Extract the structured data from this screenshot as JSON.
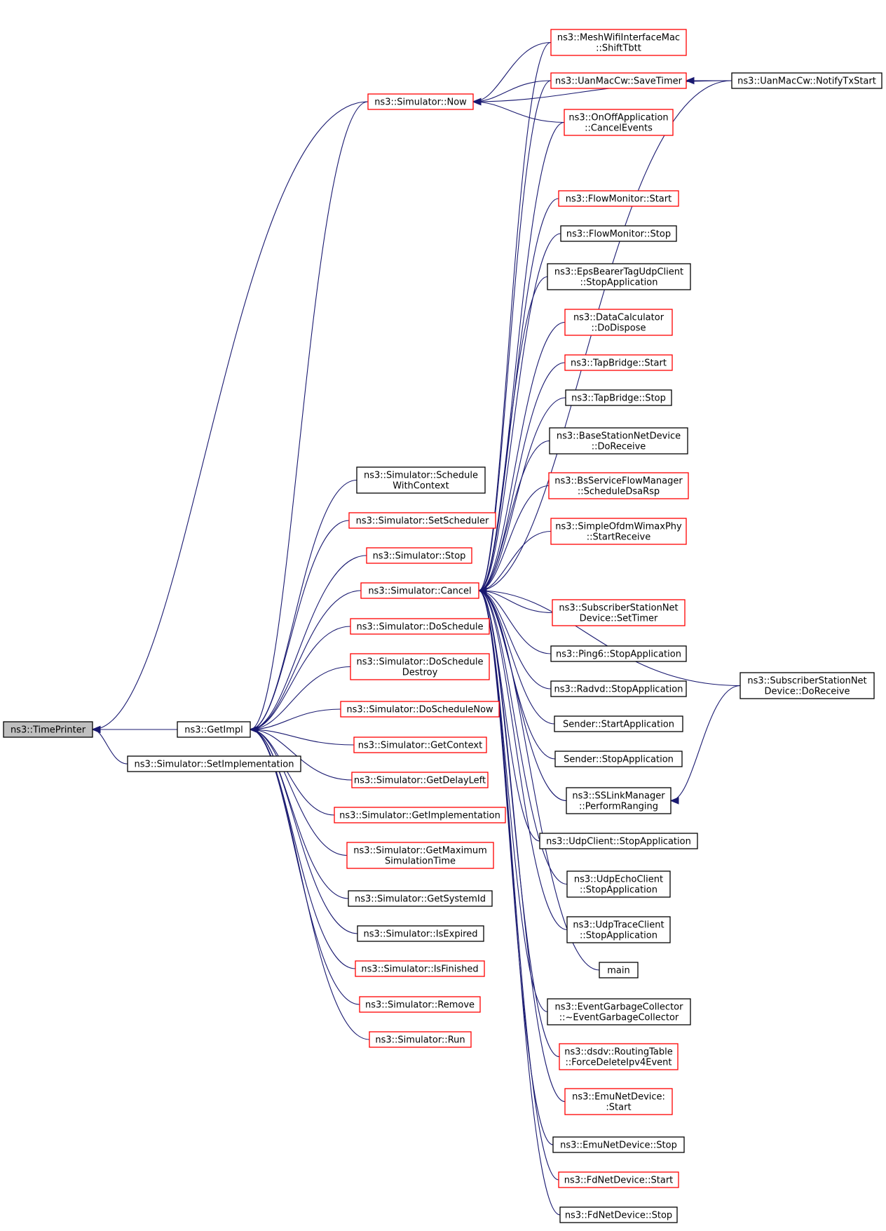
{
  "colors": {
    "edge": "#191970",
    "border_red": "#ff0000",
    "border_black": "#000000",
    "root_fill": "#bfbfbf"
  },
  "nodes": [
    {
      "id": "timeprinter",
      "lines": [
        "ns3::TimePrinter"
      ],
      "border": "black",
      "root": true
    },
    {
      "id": "getimpl",
      "lines": [
        "ns3::GetImpl"
      ],
      "border": "black"
    },
    {
      "id": "setimpl",
      "lines": [
        "ns3::Simulator::SetImplementation"
      ],
      "border": "black"
    },
    {
      "id": "now",
      "lines": [
        "ns3::Simulator::Now"
      ],
      "border": "red"
    },
    {
      "id": "schedwc",
      "lines": [
        "ns3::Simulator::Schedule",
        "WithContext"
      ],
      "border": "black"
    },
    {
      "id": "setsched",
      "lines": [
        "ns3::Simulator::SetScheduler"
      ],
      "border": "red"
    },
    {
      "id": "simstop",
      "lines": [
        "ns3::Simulator::Stop"
      ],
      "border": "red"
    },
    {
      "id": "cancel",
      "lines": [
        "ns3::Simulator::Cancel"
      ],
      "border": "red"
    },
    {
      "id": "dosched",
      "lines": [
        "ns3::Simulator::DoSchedule"
      ],
      "border": "red"
    },
    {
      "id": "doscheddestroy",
      "lines": [
        "ns3::Simulator::DoSchedule",
        "Destroy"
      ],
      "border": "red"
    },
    {
      "id": "doschednow",
      "lines": [
        "ns3::Simulator::DoScheduleNow"
      ],
      "border": "red"
    },
    {
      "id": "getcontext",
      "lines": [
        "ns3::Simulator::GetContext"
      ],
      "border": "red"
    },
    {
      "id": "getdelayleft",
      "lines": [
        "ns3::Simulator::GetDelayLeft"
      ],
      "border": "red"
    },
    {
      "id": "getimplementation",
      "lines": [
        "ns3::Simulator::GetImplementation"
      ],
      "border": "red"
    },
    {
      "id": "getmaxsim",
      "lines": [
        "ns3::Simulator::GetMaximum",
        "SimulationTime"
      ],
      "border": "red"
    },
    {
      "id": "getsystemid",
      "lines": [
        "ns3::Simulator::GetSystemId"
      ],
      "border": "black"
    },
    {
      "id": "isexpired",
      "lines": [
        "ns3::Simulator::IsExpired"
      ],
      "border": "black"
    },
    {
      "id": "isfinished",
      "lines": [
        "ns3::Simulator::IsFinished"
      ],
      "border": "red"
    },
    {
      "id": "remove",
      "lines": [
        "ns3::Simulator::Remove"
      ],
      "border": "red"
    },
    {
      "id": "run",
      "lines": [
        "ns3::Simulator::Run"
      ],
      "border": "red"
    },
    {
      "id": "meshshift",
      "lines": [
        "ns3::MeshWifiInterfaceMac",
        "::ShiftTbtt"
      ],
      "border": "red"
    },
    {
      "id": "uansave",
      "lines": [
        "ns3::UanMacCw::SaveTimer"
      ],
      "border": "red"
    },
    {
      "id": "onoffcancel",
      "lines": [
        "ns3::OnOffApplication",
        "::CancelEvents"
      ],
      "border": "red"
    },
    {
      "id": "fmstart",
      "lines": [
        "ns3::FlowMonitor::Start"
      ],
      "border": "red"
    },
    {
      "id": "fmstop",
      "lines": [
        "ns3::FlowMonitor::Stop"
      ],
      "border": "black"
    },
    {
      "id": "epsbearer",
      "lines": [
        "ns3::EpsBearerTagUdpClient",
        "::StopApplication"
      ],
      "border": "black"
    },
    {
      "id": "datacalc",
      "lines": [
        "ns3::DataCalculator",
        "::DoDispose"
      ],
      "border": "red"
    },
    {
      "id": "tapstart",
      "lines": [
        "ns3::TapBridge::Start"
      ],
      "border": "red"
    },
    {
      "id": "tapstop",
      "lines": [
        "ns3::TapBridge::Stop"
      ],
      "border": "black"
    },
    {
      "id": "bsnetdev",
      "lines": [
        "ns3::BaseStationNetDevice",
        "::DoReceive"
      ],
      "border": "black"
    },
    {
      "id": "bssfm",
      "lines": [
        "ns3::BsServiceFlowManager",
        "::ScheduleDsaRsp"
      ],
      "border": "red"
    },
    {
      "id": "simpleofdm",
      "lines": [
        "ns3::SimpleOfdmWimaxPhy",
        "::StartReceive"
      ],
      "border": "red"
    },
    {
      "id": "ssnetsettimer",
      "lines": [
        "ns3::SubscriberStationNet",
        "Device::SetTimer"
      ],
      "border": "red"
    },
    {
      "id": "ping6",
      "lines": [
        "ns3::Ping6::StopApplication"
      ],
      "border": "black"
    },
    {
      "id": "radvd",
      "lines": [
        "ns3::Radvd::StopApplication"
      ],
      "border": "black"
    },
    {
      "id": "senderstart",
      "lines": [
        "Sender::StartApplication"
      ],
      "border": "black"
    },
    {
      "id": "senderstop",
      "lines": [
        "Sender::StopApplication"
      ],
      "border": "black"
    },
    {
      "id": "sslink",
      "lines": [
        "ns3::SSLinkManager",
        "::PerformRanging"
      ],
      "border": "black"
    },
    {
      "id": "udpclient",
      "lines": [
        "ns3::UdpClient::StopApplication"
      ],
      "border": "black"
    },
    {
      "id": "udpecho",
      "lines": [
        "ns3::UdpEchoClient",
        "::StopApplication"
      ],
      "border": "black"
    },
    {
      "id": "udptrace",
      "lines": [
        "ns3::UdpTraceClient",
        "::StopApplication"
      ],
      "border": "black"
    },
    {
      "id": "main",
      "lines": [
        "main"
      ],
      "border": "black"
    },
    {
      "id": "egc",
      "lines": [
        "ns3::EventGarbageCollector",
        "::~EventGarbageCollector"
      ],
      "border": "black"
    },
    {
      "id": "dsdv",
      "lines": [
        "ns3::dsdv::RoutingTable",
        "::ForceDeleteIpv4Event"
      ],
      "border": "red"
    },
    {
      "id": "emustart",
      "lines": [
        "ns3::EmuNetDevice:",
        ":Start"
      ],
      "border": "red"
    },
    {
      "id": "emustop",
      "lines": [
        "ns3::EmuNetDevice::Stop"
      ],
      "border": "black"
    },
    {
      "id": "fdstart",
      "lines": [
        "ns3::FdNetDevice::Start"
      ],
      "border": "red"
    },
    {
      "id": "fdstop",
      "lines": [
        "ns3::FdNetDevice::Stop"
      ],
      "border": "black"
    },
    {
      "id": "uannotify",
      "lines": [
        "ns3::UanMacCw::NotifyTxStart"
      ],
      "border": "black"
    },
    {
      "id": "ssdoreceive",
      "lines": [
        "ns3::SubscriberStationNet",
        "Device::DoReceive"
      ],
      "border": "black"
    }
  ],
  "edges": [
    [
      "getimpl",
      "timeprinter"
    ],
    [
      "setimpl",
      "timeprinter"
    ],
    [
      "now",
      "timeprinter"
    ],
    [
      "schedwc",
      "getimpl"
    ],
    [
      "setsched",
      "getimpl"
    ],
    [
      "simstop",
      "getimpl"
    ],
    [
      "cancel",
      "getimpl"
    ],
    [
      "dosched",
      "getimpl"
    ],
    [
      "doscheddestroy",
      "getimpl"
    ],
    [
      "doschednow",
      "getimpl"
    ],
    [
      "getcontext",
      "getimpl"
    ],
    [
      "getdelayleft",
      "getimpl"
    ],
    [
      "getimplementation",
      "getimpl"
    ],
    [
      "getmaxsim",
      "getimpl"
    ],
    [
      "getsystemid",
      "getimpl"
    ],
    [
      "isexpired",
      "getimpl"
    ],
    [
      "isfinished",
      "getimpl"
    ],
    [
      "remove",
      "getimpl"
    ],
    [
      "run",
      "getimpl"
    ],
    [
      "now",
      "getimpl"
    ],
    [
      "meshshift",
      "now"
    ],
    [
      "uansave",
      "now"
    ],
    [
      "onoffcancel",
      "now"
    ],
    [
      "uannotify",
      "now"
    ],
    [
      "uannotify",
      "uansave"
    ],
    [
      "meshshift",
      "cancel"
    ],
    [
      "uansave",
      "cancel"
    ],
    [
      "onoffcancel",
      "cancel"
    ],
    [
      "uannotify",
      "cancel"
    ],
    [
      "fmstart",
      "cancel"
    ],
    [
      "fmstop",
      "cancel"
    ],
    [
      "epsbearer",
      "cancel"
    ],
    [
      "datacalc",
      "cancel"
    ],
    [
      "tapstart",
      "cancel"
    ],
    [
      "tapstop",
      "cancel"
    ],
    [
      "bsnetdev",
      "cancel"
    ],
    [
      "bssfm",
      "cancel"
    ],
    [
      "simpleofdm",
      "cancel"
    ],
    [
      "ssdoreceive",
      "cancel"
    ],
    [
      "ssnetsettimer",
      "cancel"
    ],
    [
      "ping6",
      "cancel"
    ],
    [
      "radvd",
      "cancel"
    ],
    [
      "senderstart",
      "cancel"
    ],
    [
      "senderstop",
      "cancel"
    ],
    [
      "sslink",
      "cancel"
    ],
    [
      "udpclient",
      "cancel"
    ],
    [
      "udpecho",
      "cancel"
    ],
    [
      "udptrace",
      "cancel"
    ],
    [
      "main",
      "cancel"
    ],
    [
      "egc",
      "cancel"
    ],
    [
      "dsdv",
      "cancel"
    ],
    [
      "emustart",
      "cancel"
    ],
    [
      "emustop",
      "cancel"
    ],
    [
      "fdstart",
      "cancel"
    ],
    [
      "fdstop",
      "cancel"
    ],
    [
      "ssdoreceive",
      "sslink"
    ]
  ]
}
